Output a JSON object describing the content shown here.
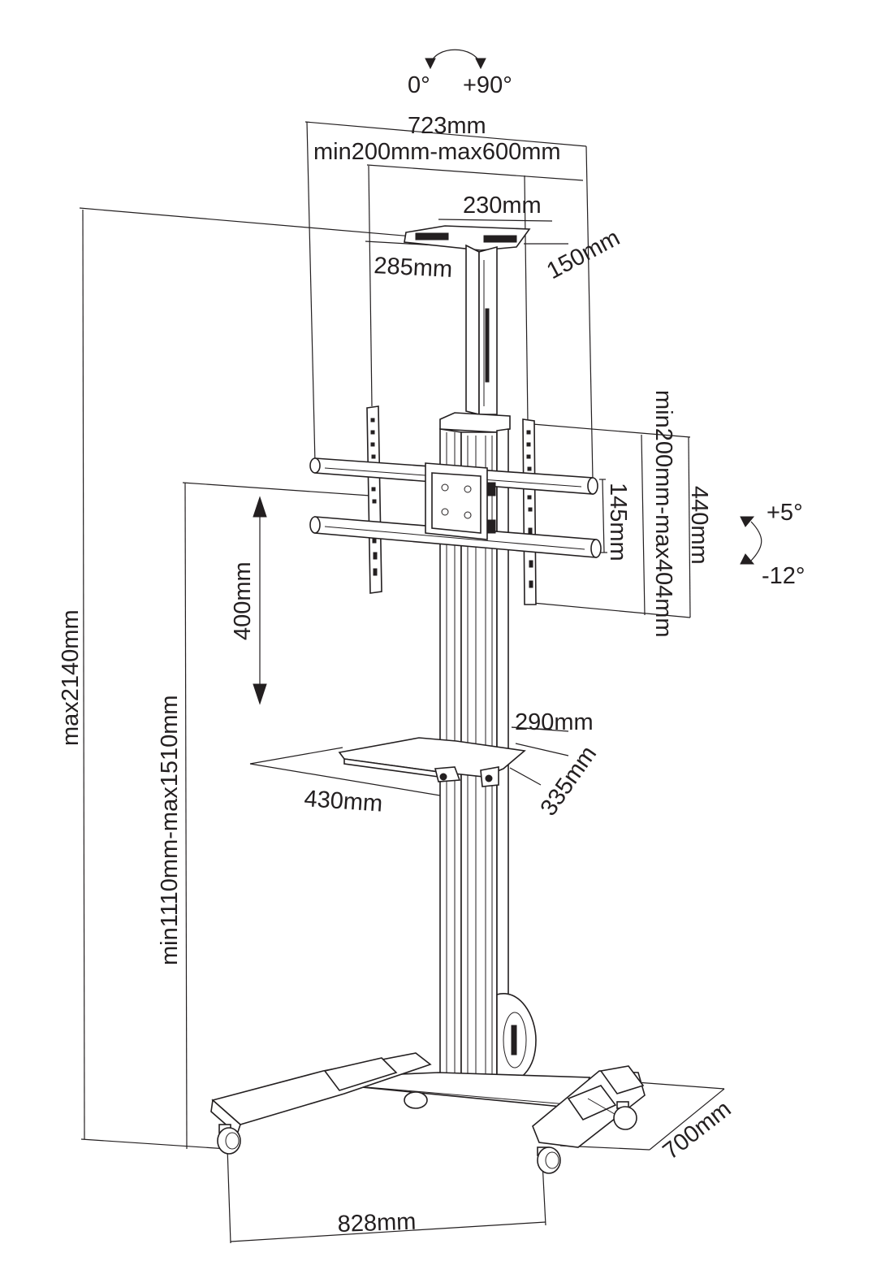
{
  "labels": {
    "rot_0": "0°",
    "rot_90": "+90°",
    "tilt_up": "+5°",
    "tilt_down": "-12°",
    "width_723": "723mm",
    "vesa_h": "min200mm-max600mm",
    "top_plate_w": "230mm",
    "top_plate_d": "150mm",
    "top_plate_l": "285mm",
    "vesa_v": "min200mm-max404mm",
    "bracket_h": "440mm",
    "rail_gap": "145mm",
    "travel": "400mm",
    "max_height": "max2140mm",
    "mount_height": "min1110mm-max1510mm",
    "shelf_w": "290mm",
    "shelf_d": "335mm",
    "shelf_l": "430mm",
    "base_w": "828mm",
    "base_d": "700mm"
  },
  "colors": {
    "line": "#231f20",
    "background": "#ffffff"
  }
}
